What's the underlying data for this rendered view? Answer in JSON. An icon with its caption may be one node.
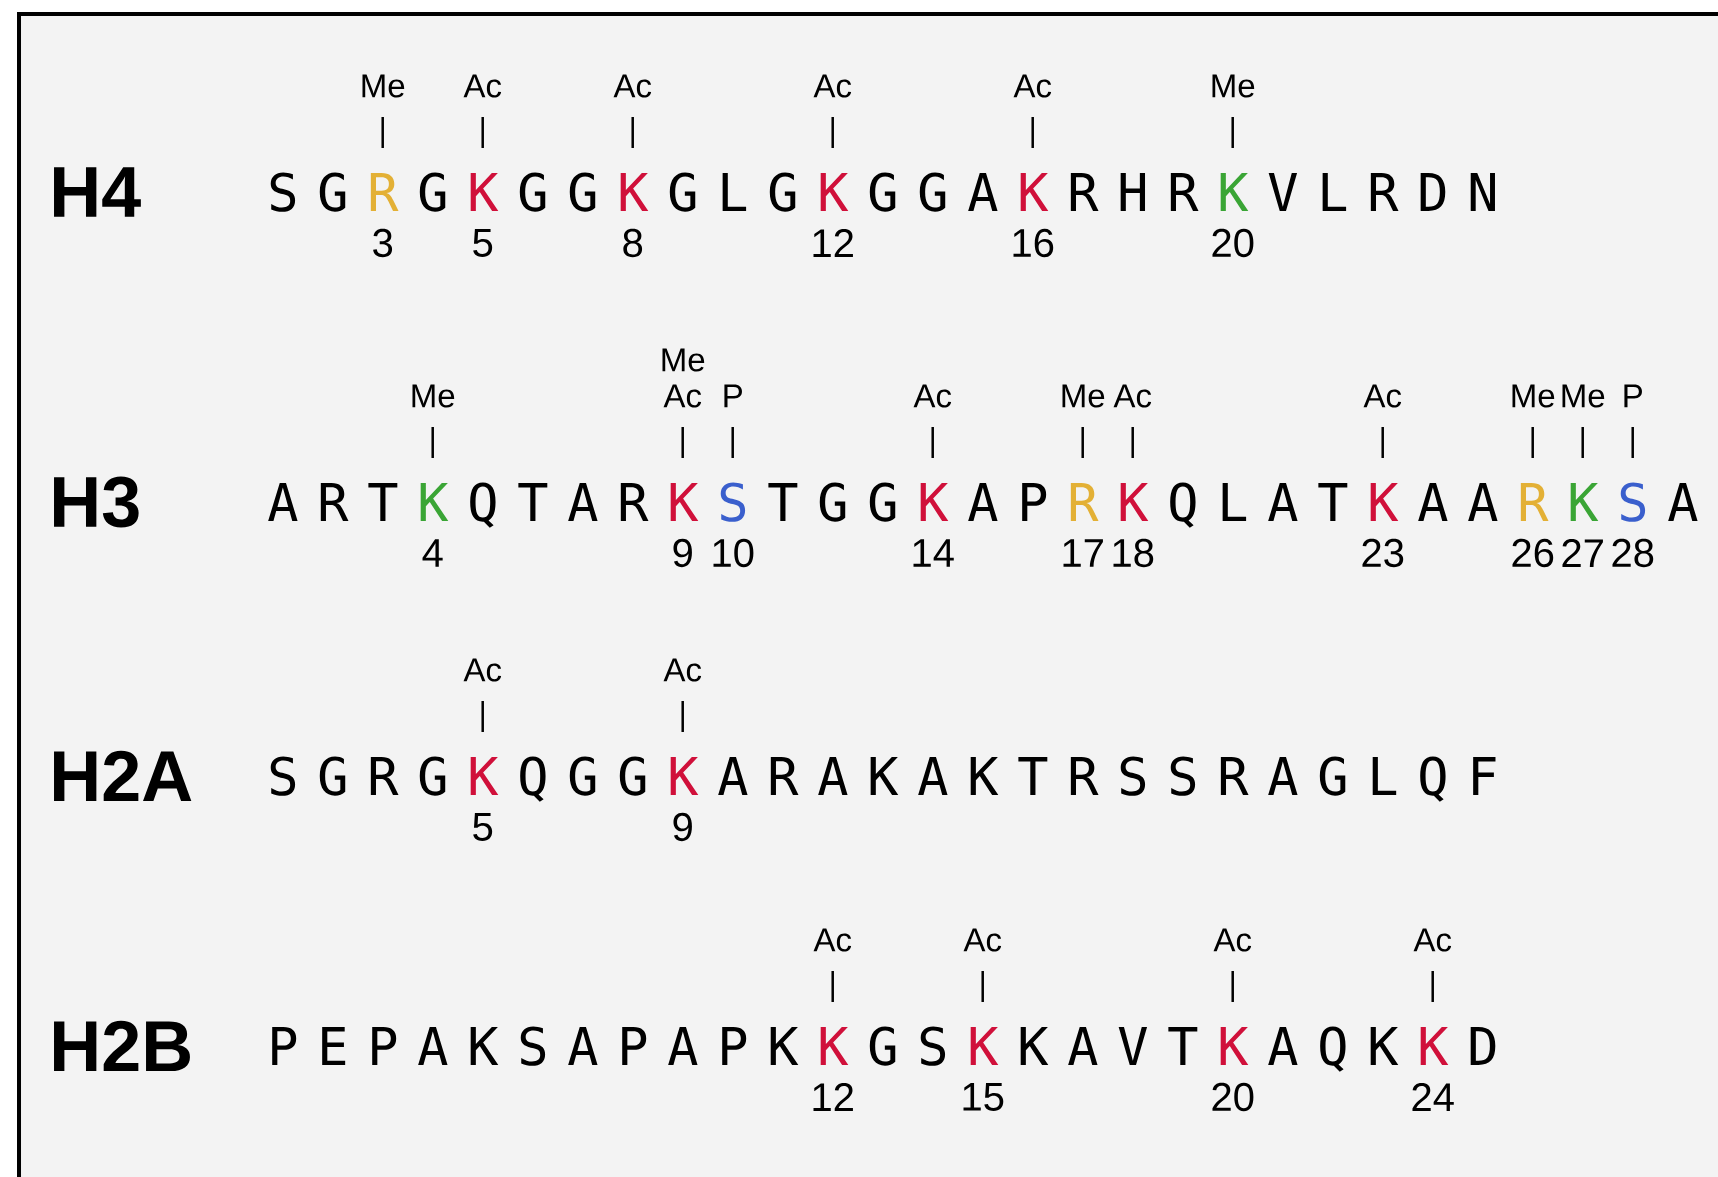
{
  "diagram": {
    "labels": [
      "H4",
      "Me",
      "Ac",
      "Ac",
      "Ac",
      "Ac",
      "Me",
      "S G",
      "R",
      "G",
      "K",
      "G G",
      "K",
      "G L G",
      "K",
      "G G A",
      "K",
      "R H R",
      "K",
      "V L R D N",
      "3",
      "5",
      "8",
      "12",
      "16",
      "20",
      "H3",
      "Me",
      "Me",
      "Ac",
      "P",
      "Ac",
      "Me",
      "Ac",
      "Ac",
      "Me",
      "Me",
      "P",
      "A R T",
      "K",
      "Q T A R",
      "K",
      "S",
      "T G G",
      "K",
      "A P",
      "R",
      "K",
      "Q L A T",
      "K",
      "A A",
      "R",
      "K",
      "S",
      "A",
      "4",
      "9",
      "10",
      "14",
      "17",
      "18",
      "23",
      "26",
      "27",
      "28",
      "H2A",
      "Ac",
      "Ac",
      "S G R G",
      "K",
      "Q G G",
      "K",
      "A R A K A K T R S S R A G L Q F",
      "5",
      "9",
      "H2B",
      "Ac",
      "Ac",
      "Ac",
      "Ac",
      "P E P A K S A P A P K",
      "K",
      "G S",
      "K",
      "K A V T",
      "K",
      "A Q K",
      "K",
      "D",
      "12",
      "15",
      "20",
      "24"
    ]
  }
}
